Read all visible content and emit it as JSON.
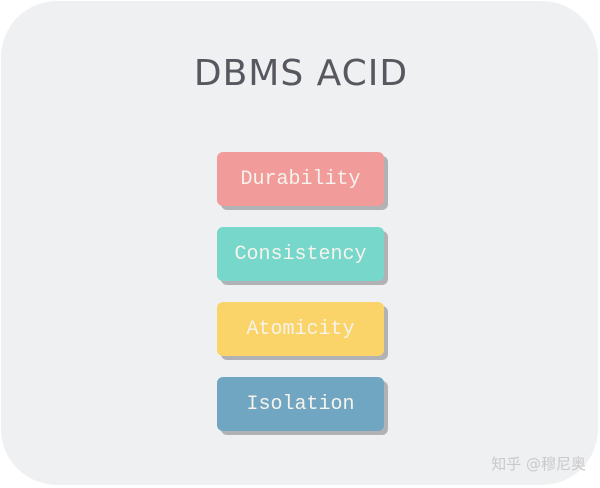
{
  "title": "DBMS ACID",
  "items": [
    {
      "label": "Durability",
      "color": "#f19c9a"
    },
    {
      "label": "Consistency",
      "color": "#76d7ca"
    },
    {
      "label": "Atomicity",
      "color": "#fad468"
    },
    {
      "label": "Isolation",
      "color": "#70a6c2"
    }
  ],
  "watermark": "知乎 @穆尼奥",
  "colors": {
    "background": "#eff0f2",
    "title": "#58575f",
    "shadow": "#b1b2b6",
    "label_text": "#f6f3ec"
  }
}
